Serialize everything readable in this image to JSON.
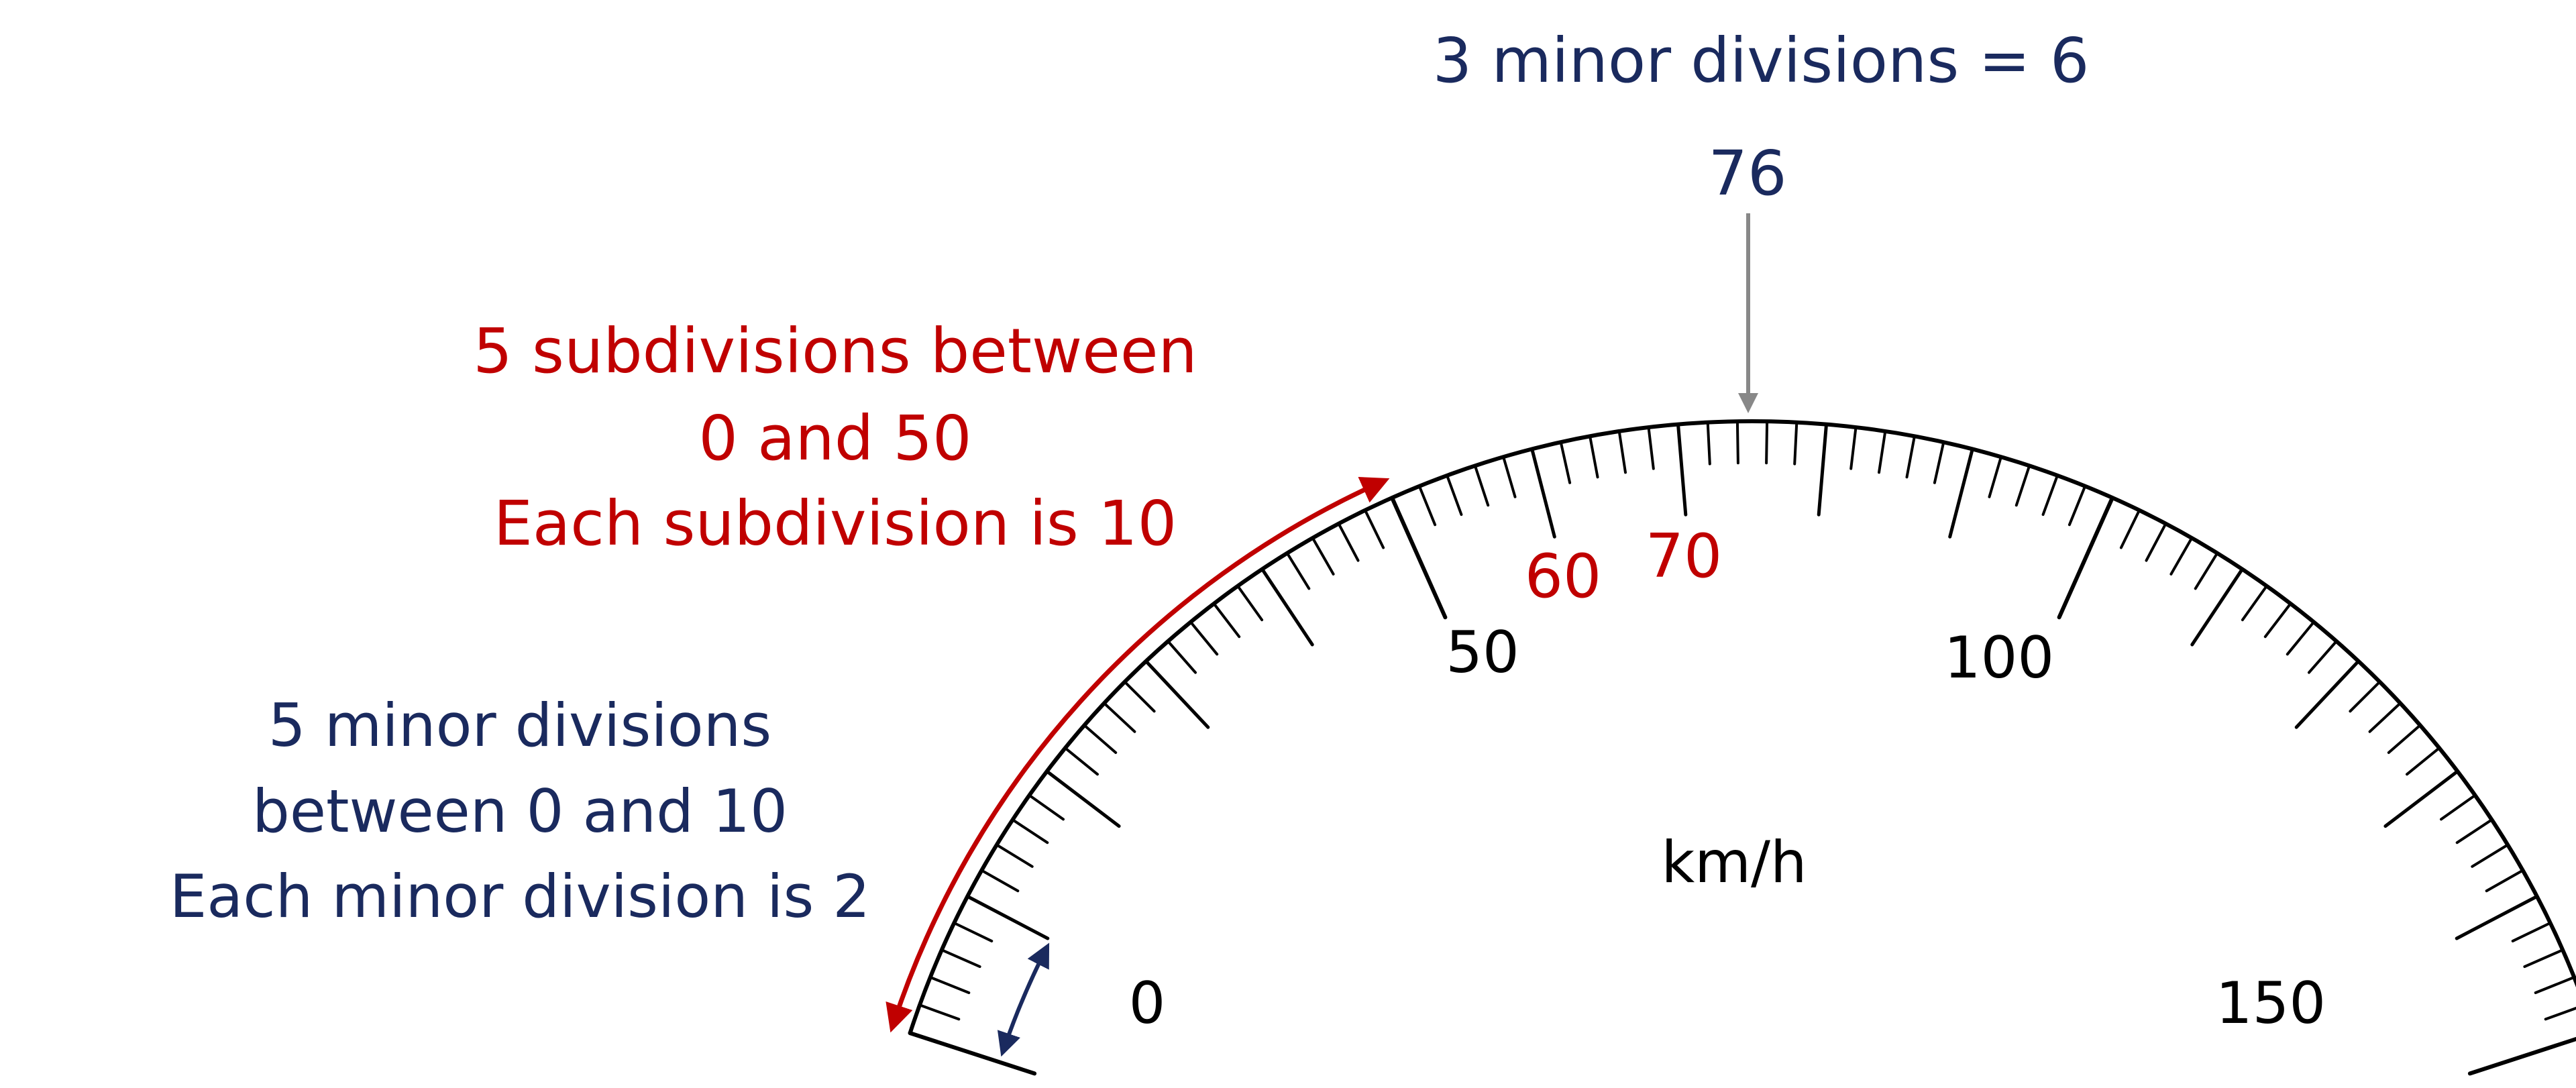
{
  "colors": {
    "blue": "#1a2a5e",
    "red": "#c00000",
    "black": "#000000",
    "pointer": "#888888"
  },
  "gauge": {
    "min": 0,
    "max": 150,
    "major_step": 50,
    "subdivision_step": 10,
    "minor_step": 2,
    "unit": "km/h",
    "pointer_value": 76,
    "major_labels": [
      "0",
      "50",
      "100",
      "150"
    ]
  },
  "annotations": {
    "top": {
      "line1": "3 minor divisions = 6",
      "value": "76"
    },
    "red_note": {
      "line1": "5 subdivisions between",
      "line2": "0 and 50",
      "line3": "Each subdivision is 10"
    },
    "blue_note": {
      "line1": "5  minor divisions",
      "line2": "between 0 and 10",
      "line3": "Each minor division is 2"
    },
    "red_ticks": [
      "60",
      "70"
    ]
  }
}
